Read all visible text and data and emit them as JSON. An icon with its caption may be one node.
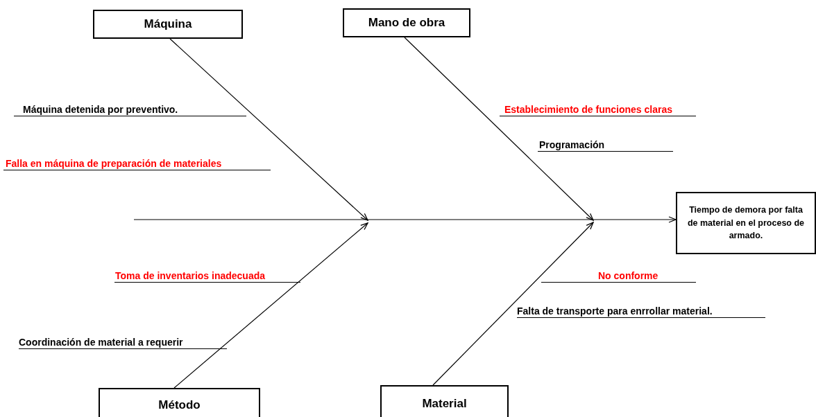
{
  "diagram": {
    "nodes": [
      {
        "text": [
          "Máquina"
        ]
      },
      {
        "text": [
          "Mano de obra"
        ]
      },
      {
        "text": [
          "Método"
        ]
      },
      {
        "text": [
          "Material"
        ]
      },
      {
        "text": [
          "Tiempo de demora por falta de material en el proceso de armado."
        ]
      }
    ],
    "edges": [
      {
        "from": 0,
        "to": null,
        "arrow": "to"
      },
      {
        "from": 1,
        "to": null,
        "arrow": "to"
      },
      {
        "from": 2,
        "to": null,
        "arrow": "to"
      },
      {
        "from": 3,
        "to": null,
        "arrow": "to"
      },
      {
        "from": null,
        "to": 4,
        "arrow": "to"
      }
    ],
    "labels": [
      "Máquina detenida por preventivo.",
      "Establecimiento de funciones claras",
      "Programación",
      "Falla en máquina de preparación de materiales",
      "Toma de inventarios inadecuada",
      "No conforme",
      "Falta de transporte para enrrollar material.",
      "Coordinación de material a requerir"
    ]
  }
}
